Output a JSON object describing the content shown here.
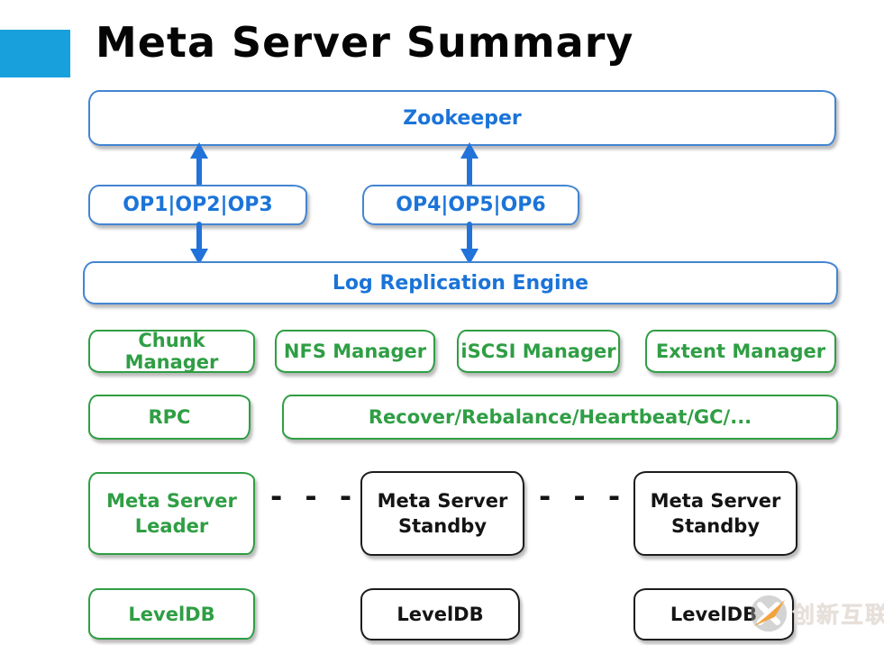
{
  "slide": {
    "title": "Meta Server Summary"
  },
  "colors": {
    "accent": "#18a0dc",
    "blue_border": "#4385d2",
    "blue_text": "#1b74d8",
    "arrow_blue": "#2273d9",
    "green": "#2f9e44",
    "dark": "#1c1c1c",
    "watermark_orange": "#f2a33c"
  },
  "diagram": {
    "zookeeper": {
      "label": "Zookeeper"
    },
    "op_groups": [
      {
        "label": "OP1|OP2|OP3"
      },
      {
        "label": "OP4|OP5|OP6"
      }
    ],
    "log_engine": {
      "label": "Log Replication Engine"
    },
    "managers": [
      {
        "label": "Chunk Manager"
      },
      {
        "label": "NFS Manager"
      },
      {
        "label": "iSCSI Manager"
      },
      {
        "label": "Extent Manager"
      }
    ],
    "services": {
      "rpc": "RPC",
      "background_tasks": "Recover/Rebalance/Heartbeat/GC/..."
    },
    "servers": [
      {
        "label": "Meta Server Leader"
      },
      {
        "label": "Meta Server Standby"
      },
      {
        "label": "Meta Server Standby"
      }
    ],
    "databases": [
      {
        "label": "LevelDB"
      },
      {
        "label": "LevelDB"
      },
      {
        "label": "LevelDB"
      }
    ],
    "ellipsis": "- - -"
  },
  "watermark": {
    "text": "创新互联"
  }
}
